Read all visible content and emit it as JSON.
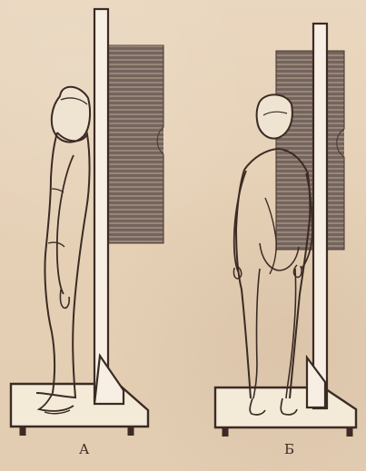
{
  "labels": {
    "left": "А",
    "right": "Б"
  },
  "figures": {
    "left_view": "side",
    "right_view": "back"
  },
  "colors": {
    "paper": "#e6d1b7",
    "ink": "#3b2b24",
    "shadow": "#6e5d56"
  }
}
